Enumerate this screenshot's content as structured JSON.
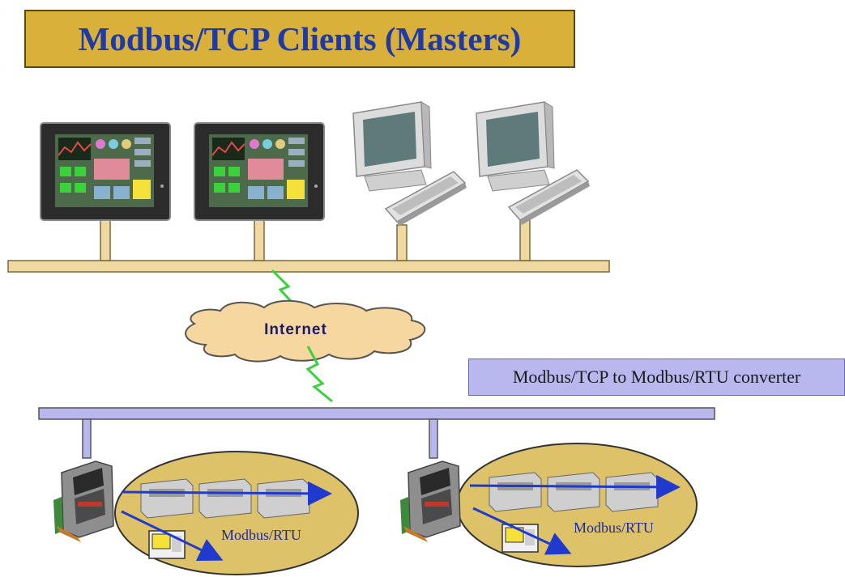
{
  "title": "Modbus/TCP Clients (Masters)",
  "cloud_label": "Internet",
  "converter_label": "Modbus/TCP to Modbus/RTU converter",
  "rtu_group_left": {
    "label": "Modbus/RTU"
  },
  "rtu_group_right": {
    "label": "Modbus/RTU"
  },
  "colors": {
    "title_fill": "#d9b13a",
    "title_text": "#1f3aa6",
    "upper_bus": "#efd9a0",
    "lower_bus": "#b8b8ef",
    "cloud": "#f7d7a0",
    "lightning": "#3ad13a",
    "ellipse": "#ddc26a",
    "arrow": "#1f3acc"
  }
}
